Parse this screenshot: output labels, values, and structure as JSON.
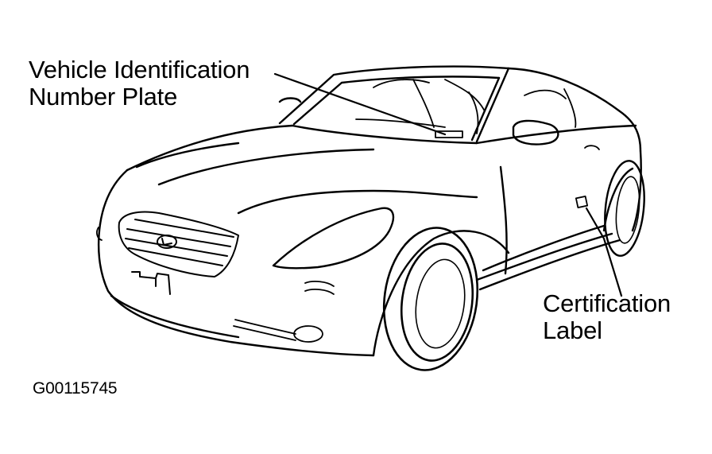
{
  "diagram": {
    "callouts": {
      "vin_plate": {
        "line1": "Vehicle Identification",
        "line2": "Number Plate"
      },
      "certification_label": {
        "line1": "Certification",
        "line2": "Label"
      }
    },
    "figure_id": "G00115745"
  }
}
